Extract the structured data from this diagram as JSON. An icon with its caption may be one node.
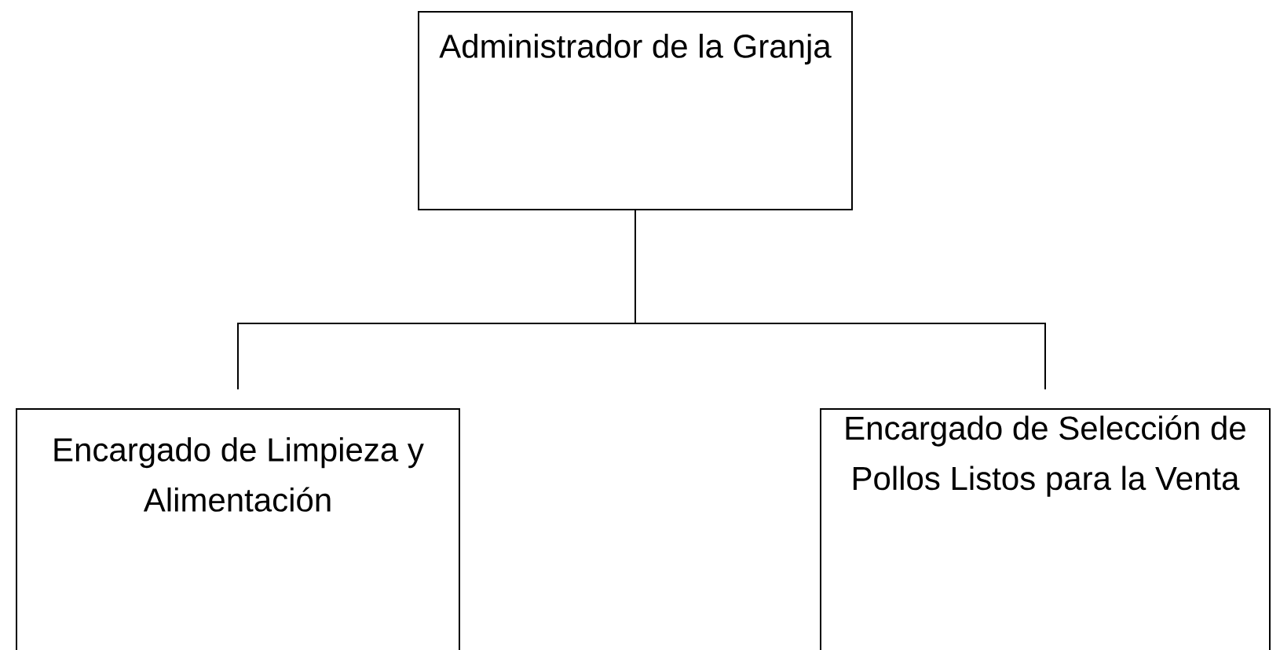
{
  "diagram": {
    "nodes": [
      {
        "text": [
          "Administrador de la Granja"
        ]
      },
      {
        "text": [
          "Encargado de Limpieza y Alimentación"
        ]
      },
      {
        "text": [
          "Encargado de Selección de Pollos Listos para la Venta"
        ]
      }
    ],
    "edges": [
      {
        "from": 0,
        "to": 1,
        "arrow": "none"
      },
      {
        "from": 0,
        "to": 2,
        "arrow": "none"
      }
    ]
  }
}
